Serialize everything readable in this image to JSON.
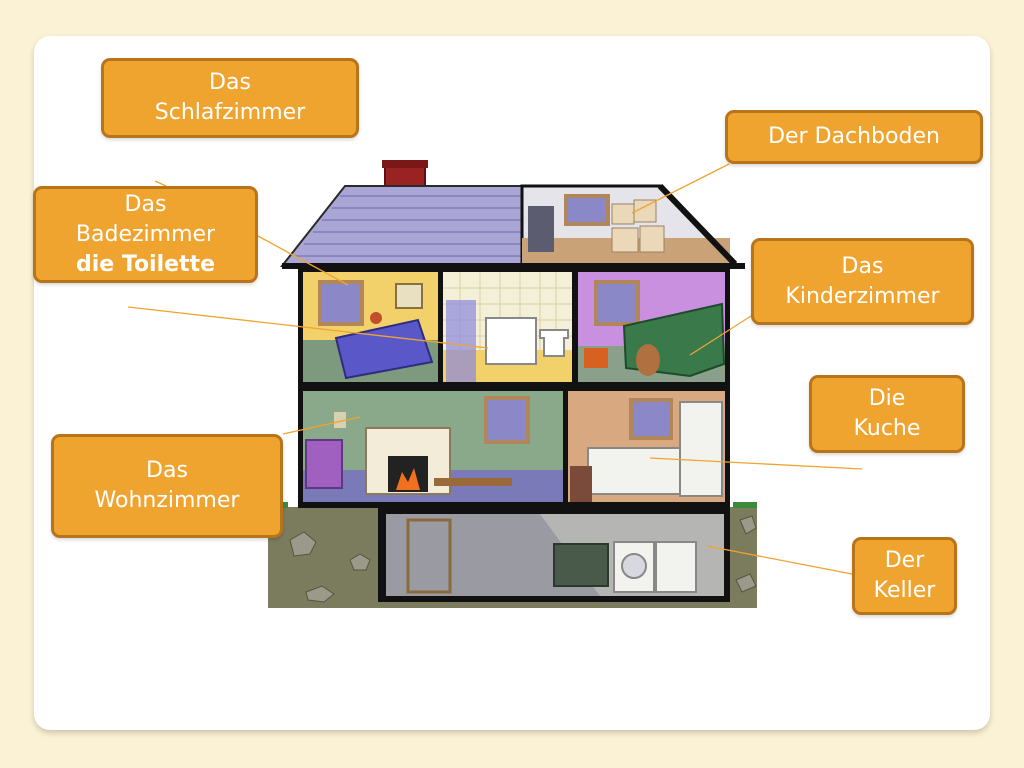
{
  "labels": {
    "schlafzimmer": [
      "Das",
      "Schlafzimmer"
    ],
    "badezimmer": [
      "Das",
      "Badezimmer"
    ],
    "toilette": "die Toilette",
    "dachboden": "Der Dachboden",
    "kinderzimmer": [
      "Das",
      "Kinderzimmer"
    ],
    "kuche": [
      "Die",
      "Kuche"
    ],
    "wohnzimmer": [
      "Das",
      "Wohnzimmer"
    ],
    "keller": [
      "Der",
      "Keller"
    ]
  },
  "colors": {
    "label_fill": "#f0a430",
    "label_border": "#b8741a",
    "connector": "#f0a430",
    "house_outline": "#111111",
    "roof": "#a9a6d6",
    "chimney": "#9a2222"
  }
}
